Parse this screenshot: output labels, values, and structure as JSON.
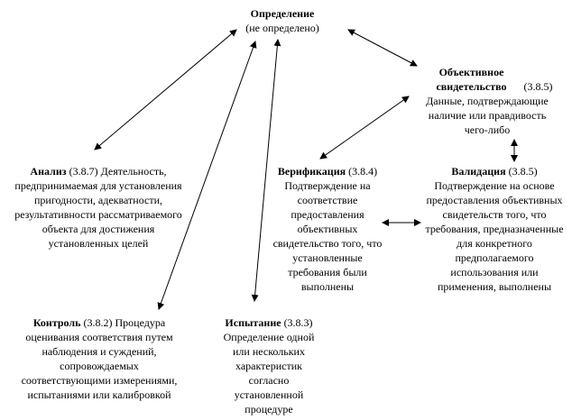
{
  "nodes": {
    "definition": {
      "title": "Определение",
      "ref": "",
      "text": "(не определено)"
    },
    "objective_evidence": {
      "title": "Объективное свидетельство",
      "ref": "(3.8.5)",
      "text": "Данные, подтверждающие наличие или правдивость чего-либо"
    },
    "analysis": {
      "title": "Анализ",
      "ref": "(3.8.7)",
      "text": "Деятельность, предпринимаемая для установления пригодности, адекватности, результативности рассматриваемого объекта для достижения установленных целей"
    },
    "verification": {
      "title": "Верификация",
      "ref": "(3.8.4)",
      "text": "Подтверждение на соответствие предоставления объективных свидетельство того, что установленные требования были выполнены"
    },
    "validation": {
      "title": "Валидация",
      "ref": "(3.8.5)",
      "text": "Подтверждение на основе предоставления объективных свидетельств того, что требования, предназначенные для конкретного предполагаемого использования или применения, выполнены"
    },
    "control": {
      "title": "Контроль",
      "ref": "(3.8.2)",
      "text": "Процедура оценивания соответствия путем наблюдения и суждений, сопровождаемых соответствующими измерениями, испытаниями или калибровкой"
    },
    "test": {
      "title": "Испытание",
      "ref": "(3.8.3)",
      "text": "Определение одной или нескольких характеристик согласно установленной процедуре"
    }
  },
  "colors": {
    "line": "#000000",
    "background": "#ffffff"
  }
}
